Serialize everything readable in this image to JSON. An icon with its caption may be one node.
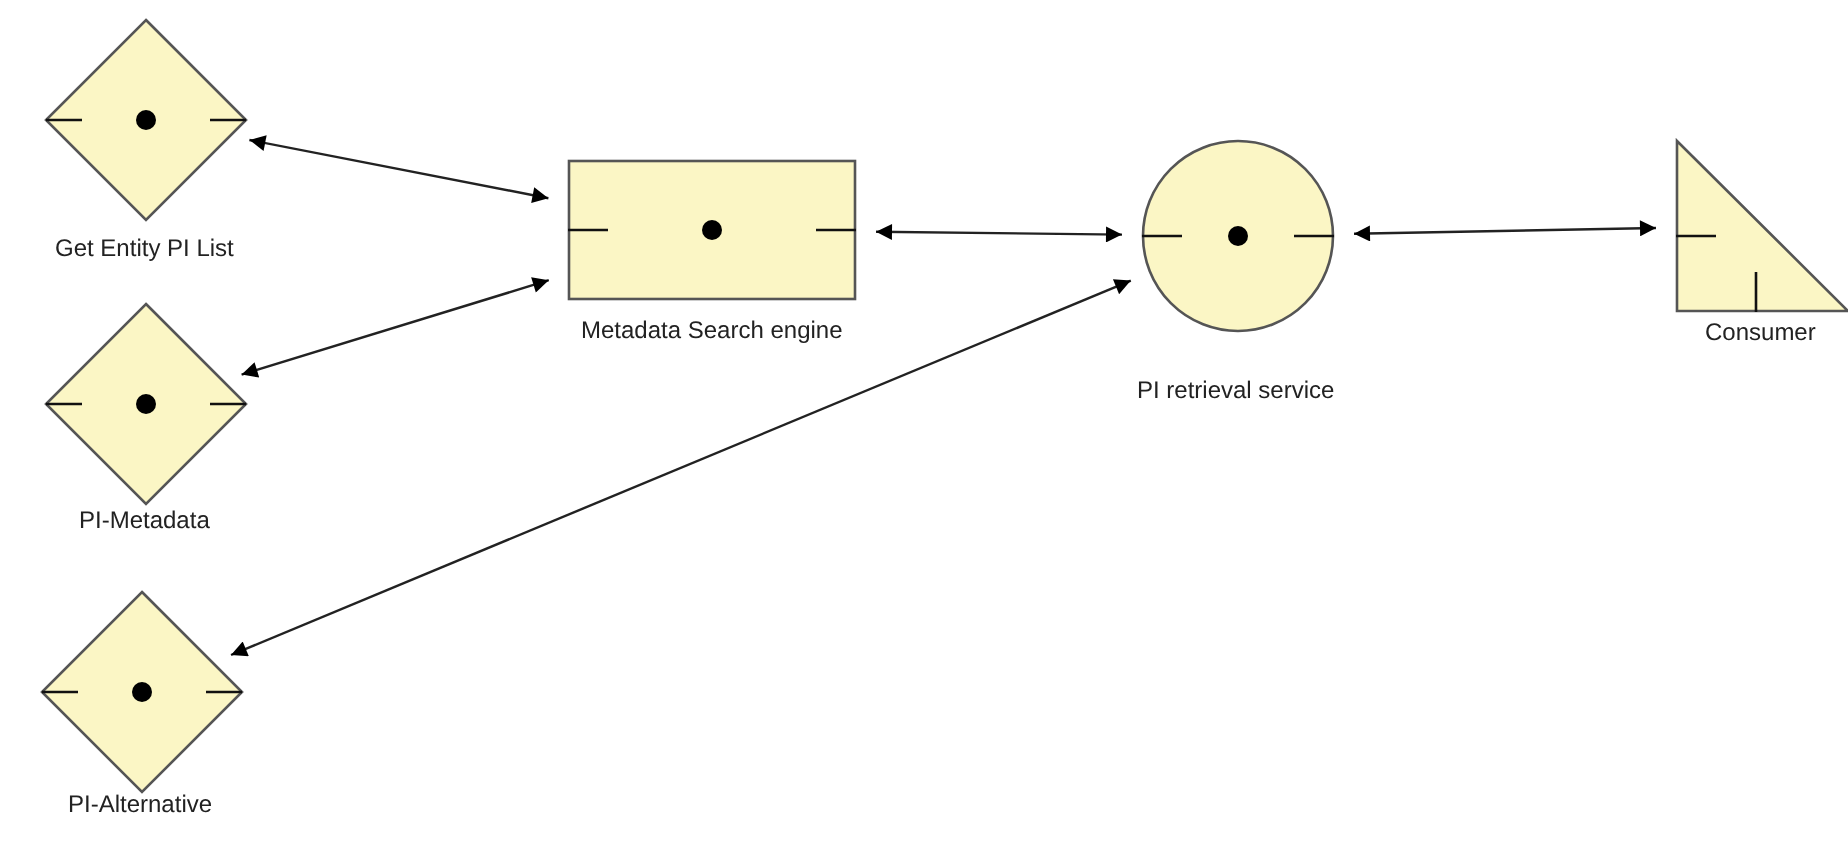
{
  "diagram": {
    "nodes": [
      {
        "text": [
          "Get Entity PI List"
        ]
      },
      {
        "text": [
          "PI-Metadata"
        ]
      },
      {
        "text": [
          "PI-Alternative"
        ]
      },
      {
        "text": [
          "Metadata Search engine"
        ]
      },
      {
        "text": [
          "PI retrieval service"
        ]
      },
      {
        "text": [
          "Consumer"
        ]
      }
    ],
    "edges": [
      {
        "from": 0,
        "to": 3,
        "arrow": "both"
      },
      {
        "from": 1,
        "to": 3,
        "arrow": "both"
      },
      {
        "from": 3,
        "to": 4,
        "arrow": "both"
      },
      {
        "from": 2,
        "to": 4,
        "arrow": "both"
      },
      {
        "from": 4,
        "to": 5,
        "arrow": "both"
      }
    ]
  }
}
